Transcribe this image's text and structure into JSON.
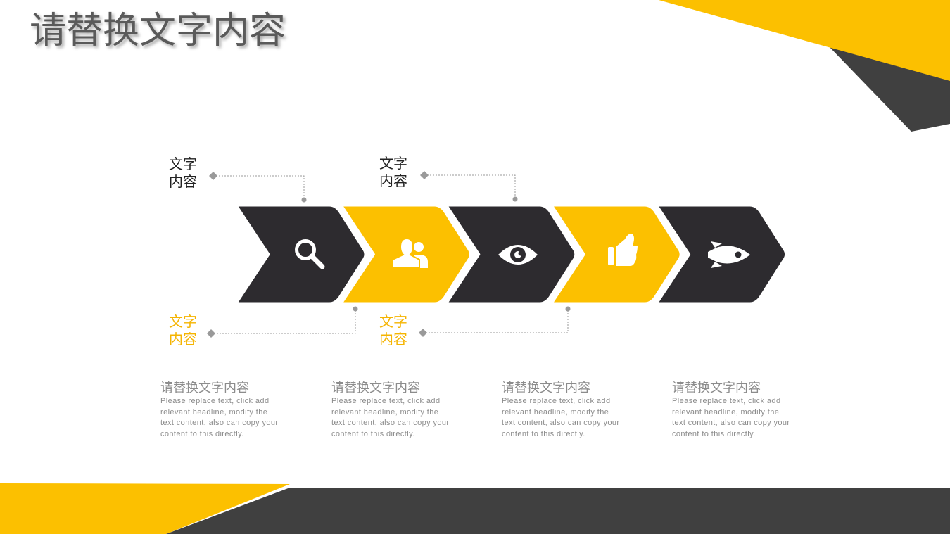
{
  "title": "请替换文字内容",
  "colors": {
    "yellow": "#fcc000",
    "dark": "#2d2b2f",
    "slate": "#404040",
    "gray": "#8c8c8c"
  },
  "steps": [
    {
      "icon": "search-icon",
      "color": "dark"
    },
    {
      "icon": "users-icon",
      "color": "yellow"
    },
    {
      "icon": "eye-icon",
      "color": "dark"
    },
    {
      "icon": "thumbs-up-icon",
      "color": "yellow"
    },
    {
      "icon": "rocket-icon",
      "color": "dark"
    }
  ],
  "callouts": [
    {
      "line1": "文字",
      "line2": "内容"
    },
    {
      "line1": "文字",
      "line2": "内容"
    },
    {
      "line1": "文字",
      "line2": "内容"
    },
    {
      "line1": "文字",
      "line2": "内容"
    }
  ],
  "descriptions": [
    {
      "title": "请替换文字内容",
      "body": "Please replace text, click add relevant headline, modify the text content, also can copy your content to this directly."
    },
    {
      "title": "请替换文字内容",
      "body": "Please replace text, click add relevant headline, modify the text content, also can copy your content to this directly."
    },
    {
      "title": "请替换文字内容",
      "body": "Please replace text, click add relevant headline, modify the text content, also can copy your content to this directly."
    },
    {
      "title": "请替换文字内容",
      "body": "Please replace text, click add relevant headline, modify the text content, also can copy your content to this directly."
    }
  ]
}
